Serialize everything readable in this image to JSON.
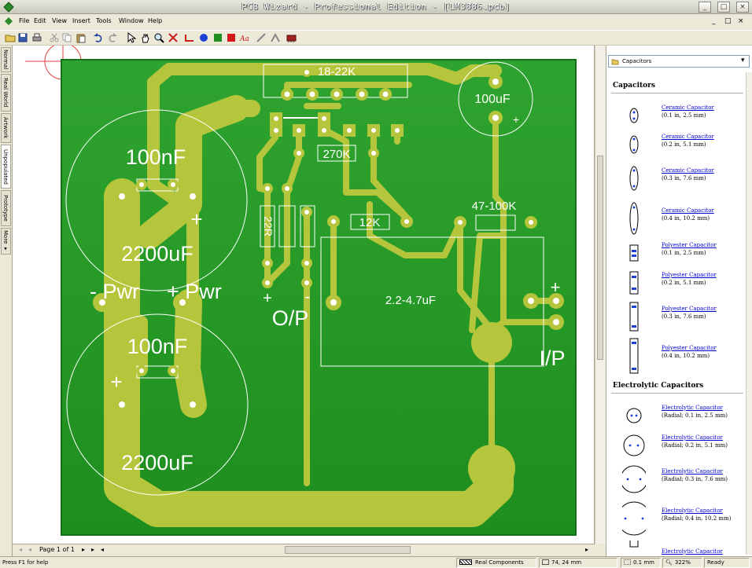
{
  "window": {
    "title": "PCB Wizard - Professional Edition - [LM3886.pcb]",
    "controls": [
      "_",
      "□",
      "×"
    ],
    "mdi_controls": [
      "_",
      "□",
      "×"
    ]
  },
  "menu": [
    {
      "label": "File"
    },
    {
      "label": "Edit"
    },
    {
      "label": "View"
    },
    {
      "label": "Insert"
    },
    {
      "label": "Tools"
    },
    {
      "label": "Window"
    },
    {
      "label": "Help"
    }
  ],
  "left_tabs": [
    "Normal",
    "Real World",
    "Artwork",
    "Unpopulated",
    "Prototype",
    "More ▾"
  ],
  "board": {
    "colors": {
      "board": "#2FA32F",
      "board_bottom": "#1E8E1E",
      "track": "#B6C63C",
      "silk": "#FFFFFF",
      "pad": "#FFFFFF"
    },
    "labels": {
      "r_top": "18-22K",
      "c_small": "100uF",
      "r_270k": "270K",
      "r_12k": "12K",
      "r_47k": "47-100K",
      "r_22r": "22R",
      "c_big": "2.2-4.7uF",
      "c1_upper": "100nF",
      "c1_lower": "2200uF",
      "c2_upper": "100nF",
      "c2_lower": "2200uF",
      "pwr_minus": "- Pwr",
      "pwr_plus": "+ Pwr",
      "op": "O/P",
      "ip": "I/P",
      "plus": "+",
      "minus": "-"
    }
  },
  "hscroll": {
    "page_label": "Page 1 of 1"
  },
  "status": {
    "help": "Press F1 for help",
    "mode": "Real Components",
    "coords": "74, 24 mm",
    "grid": "0.1 mm",
    "zoom": "322%",
    "state": "Ready"
  },
  "panel": {
    "dropdown": "Capacitors",
    "sections": [
      {
        "title": "Capacitors",
        "items": [
          {
            "name": "Ceramic Capacitor",
            "detail": "(0.1 in, 2.5 mm)"
          },
          {
            "name": "Ceramic Capacitor",
            "detail": "(0.2 in, 5.1 mm)"
          },
          {
            "name": "Ceramic Capacitor",
            "detail": "(0.3 in, 7.6 mm)"
          },
          {
            "name": "Ceramic Capacitor",
            "detail": "(0.4 in, 10.2 mm)"
          },
          {
            "name": "Polyester Capacitor",
            "detail": "(0.1 in, 2.5 mm)"
          },
          {
            "name": "Polyester Capacitor",
            "detail": "(0.2 in, 5.1 mm)"
          },
          {
            "name": "Polyester Capacitor",
            "detail": "(0.3 in, 7.6 mm)"
          },
          {
            "name": "Polyester Capacitor",
            "detail": "(0.4 in, 10.2 mm)"
          }
        ]
      },
      {
        "title": "Electrolytic Capacitors",
        "items": [
          {
            "name": "Electrolytic Capacitor",
            "detail": "(Radial; 0.1 in, 2.5 mm)"
          },
          {
            "name": "Electrolytic Capacitor",
            "detail": "(Radial; 0.2 in, 5.1 mm)"
          },
          {
            "name": "Electrolytic Capacitor",
            "detail": "(Radial; 0.3 in, 7.6 mm)"
          },
          {
            "name": "Electrolytic Capacitor",
            "detail": "(Radial; 0.4 in, 10.2 mm)"
          },
          {
            "name": "Electrolytic Capacitor",
            "detail": ""
          }
        ]
      }
    ]
  }
}
